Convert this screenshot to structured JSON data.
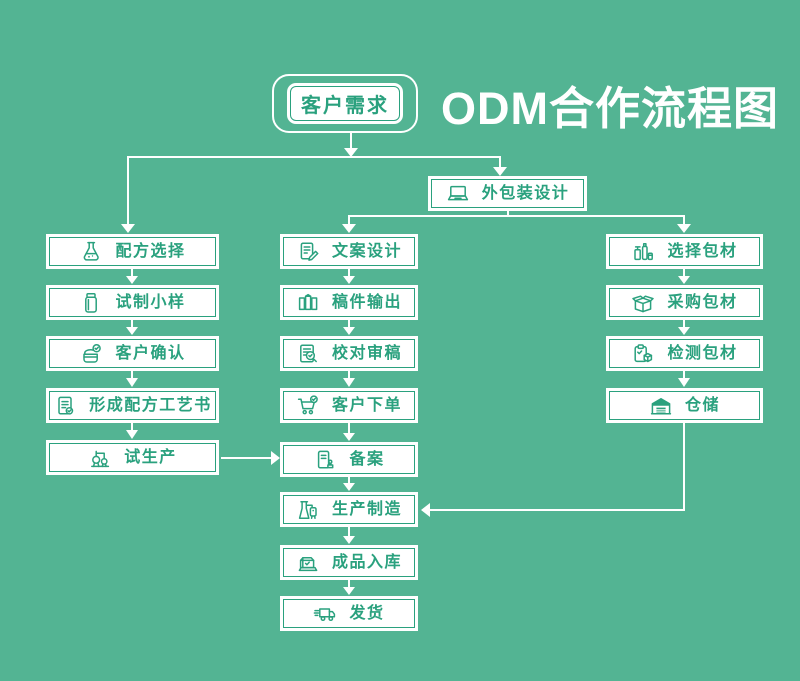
{
  "page": {
    "title": "ODM合作流程图",
    "colors": {
      "background": "#53b493",
      "accent": "#2aa17e",
      "line": "#ffffff"
    }
  },
  "start": {
    "label": "客户需求"
  },
  "packaging_design": {
    "label": "外包装设计",
    "icon": "laptop-icon"
  },
  "columns": {
    "left": {
      "items": [
        {
          "label": "配方选择",
          "icon": "flask-icon"
        },
        {
          "label": "试制小样",
          "icon": "sample-jar-icon"
        },
        {
          "label": "客户确认",
          "icon": "cream-jar-check-icon"
        },
        {
          "label": "形成配方工艺书",
          "icon": "formula-document-check-icon"
        },
        {
          "label": "试生产",
          "icon": "pilot-production-machine-icon"
        }
      ]
    },
    "middle": {
      "items": [
        {
          "label": "文案设计",
          "icon": "document-pen-icon"
        },
        {
          "label": "稿件输出",
          "icon": "carton-drafts-icon"
        },
        {
          "label": "校对审稿",
          "icon": "document-magnifier-icon"
        },
        {
          "label": "客户下单",
          "icon": "cart-check-icon"
        },
        {
          "label": "备案",
          "icon": "document-stamp-icon"
        },
        {
          "label": "生产制造",
          "icon": "production-tanks-icon"
        },
        {
          "label": "成品入库",
          "icon": "stocked-box-check-icon"
        },
        {
          "label": "发货",
          "icon": "delivery-truck-icon"
        }
      ]
    },
    "right": {
      "items": [
        {
          "label": "选择包材",
          "icon": "packaging-bottles-icon"
        },
        {
          "label": "采购包材",
          "icon": "open-purchase-box-icon"
        },
        {
          "label": "检测包材",
          "icon": "inspect-clipboard-cube-icon"
        },
        {
          "label": "仓储",
          "icon": "warehouse-icon"
        }
      ]
    }
  }
}
